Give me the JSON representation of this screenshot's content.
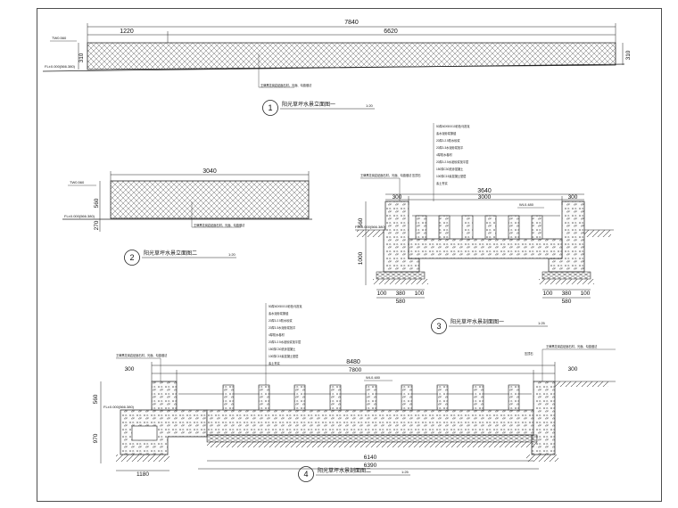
{
  "sheet": {
    "border_color": "#222222",
    "hatch_color": "#6a6a6a"
  },
  "view1": {
    "number": "1",
    "caption": "阳光草坪水景立面图一",
    "scale": "1:20",
    "dims": {
      "total": "7840",
      "left": "1220",
      "right": "6620",
      "h_left": "310",
      "h_right": "310"
    },
    "levels": {
      "top": "TW0.560",
      "base": "FL±0.000(566.380)"
    },
    "note": "王牌黑花岗岩贴面石材，光面、勾缝做法"
  },
  "view2": {
    "number": "2",
    "caption": "阳光草坪水景立面图二",
    "scale": "1:20",
    "dims": {
      "total": "3040",
      "h_top": "560",
      "h_bottom": "270"
    },
    "levels": {
      "top": "TW0.560",
      "base": "FL±0.000(566.380)"
    },
    "note": "王牌黑花岗岩贴面石材，光面、勾缝做法"
  },
  "view3": {
    "number": "3",
    "caption": "阳光草坪水景剖面图一",
    "scale": "1:25",
    "dims": {
      "top_total": "3640",
      "left_wall": "300",
      "inner": "3000",
      "right_wall": "300",
      "bottom_left": [
        "100",
        "380",
        "100"
      ],
      "bottom_right": [
        "100",
        "380",
        "100"
      ],
      "bottom_width_left": "580",
      "bottom_width_right": "580",
      "height_a": "560",
      "height_b": "1000"
    },
    "levels": {
      "wl": "WL0.480",
      "base": "FL±0.000(566.380)"
    },
    "notes": [
      "50厚40X50X10彩色马赛克",
      "素水泥砂浆擦缝",
      "20厚1:2.5防水砂浆",
      "20厚1:3水泥砂浆找平",
      "4厚防水卷材",
      "20厚1:2.5水泥砂浆找平层",
      "150厚C30抗渗混凝土",
      "100厚C15素混凝土垫层",
      "素土夯实"
    ],
    "side_notes": [
      "王牌黑花岗岩贴面石材，光面、勾缝做法",
      "压顶石"
    ]
  },
  "view4": {
    "number": "4",
    "caption": "阳光草坪水景剖面图二",
    "scale": "1:25",
    "dims": {
      "top_total": "8480",
      "inner": "7800",
      "left_cap": "300",
      "right_cap": "300",
      "bottom_inner": "6140",
      "bottom_total": "6390",
      "left_base": "1180",
      "height_a": "560",
      "height_b": "970"
    },
    "levels": {
      "wl": "WL0.480",
      "base": "FL±0.000(566.380)"
    },
    "notes": [
      "50厚40X50X10彩色马赛克",
      "素水泥砂浆擦缝",
      "20厚1:2.5防水砂浆",
      "20厚1:3水泥砂浆找平",
      "4厚防水卷材",
      "20厚1:2.5水泥砂浆找平层",
      "150厚C30抗渗混凝土",
      "100厚C15素混凝土垫层",
      "素土夯实"
    ],
    "side_notes": [
      "王牌黑花岗岩贴面石材，光面、勾缝做法",
      "压顶石"
    ]
  }
}
